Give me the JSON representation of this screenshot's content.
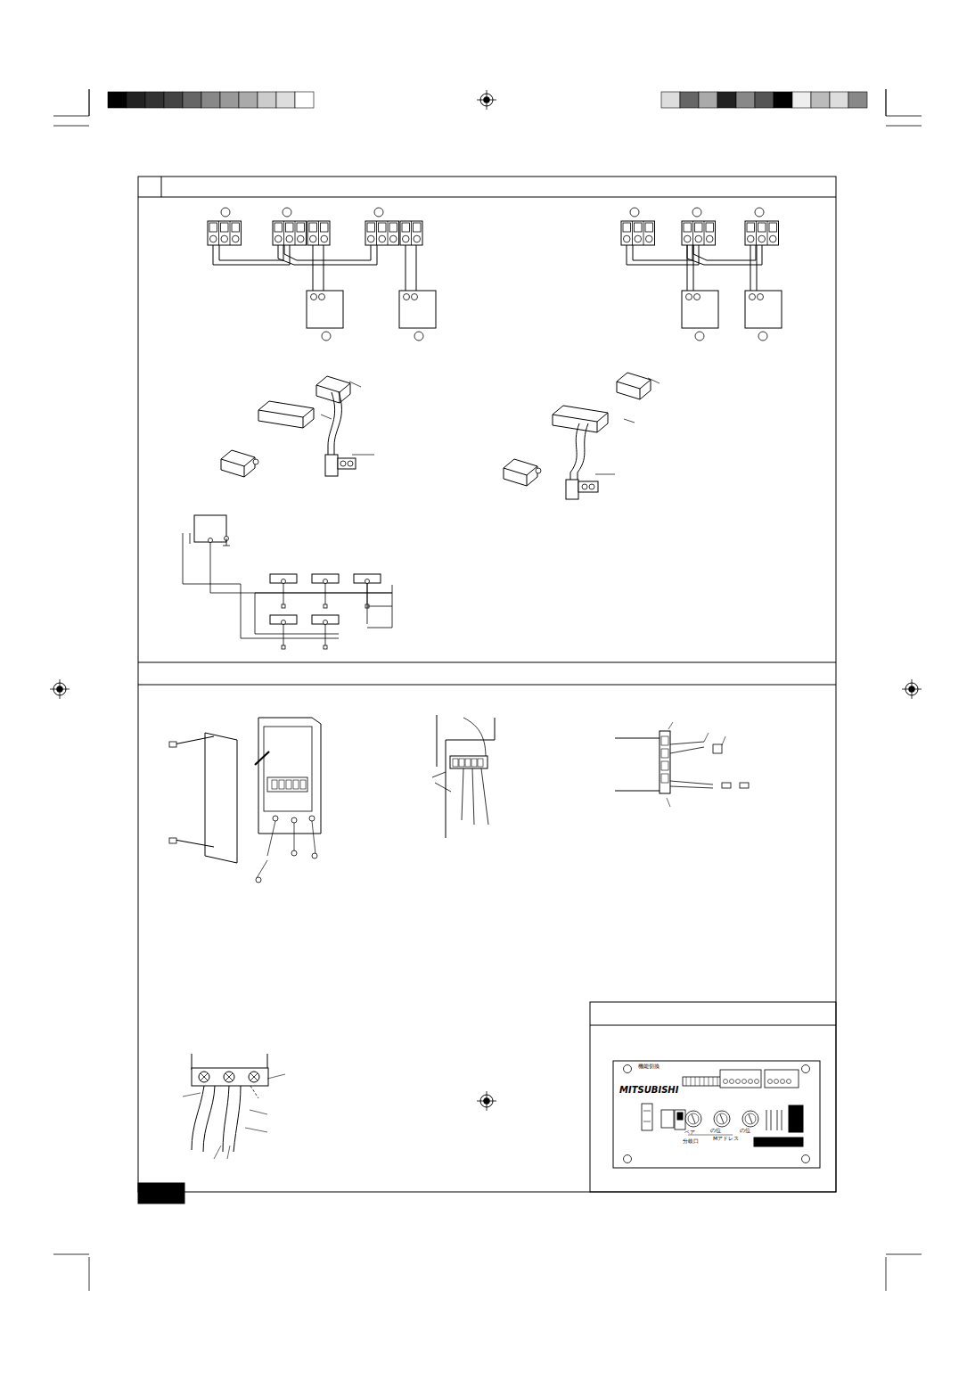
{
  "diagram": {
    "labels": [
      "機能切換",
      "MITSUBISHI",
      "ペア",
      "分岐口",
      "の位",
      "の位",
      "Mアドレス"
    ]
  }
}
